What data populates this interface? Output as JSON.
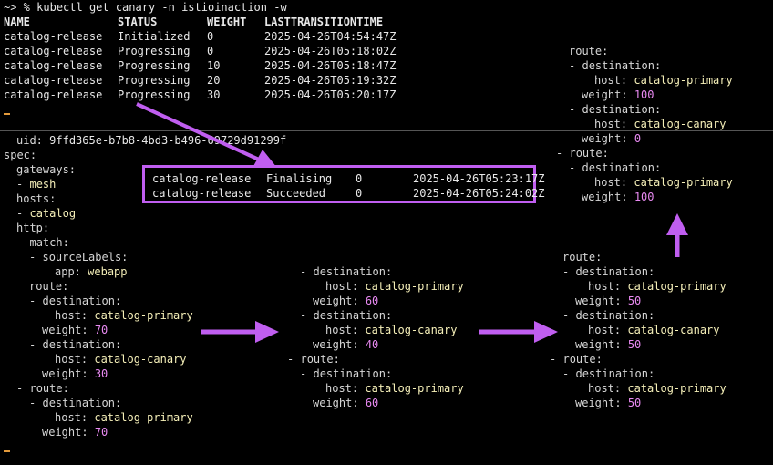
{
  "terminal": {
    "prompt": "~> %",
    "command": "kubectl get canary -n istioinaction -w",
    "headers": {
      "name": "NAME",
      "status": "STATUS",
      "weight": "WEIGHT",
      "time": "LASTTRANSITIONTIME"
    },
    "rows": [
      {
        "name": "catalog-release",
        "status": "Initialized",
        "weight": "0",
        "time": "2025-04-26T04:54:47Z"
      },
      {
        "name": "catalog-release",
        "status": "Progressing",
        "weight": "0",
        "time": "2025-04-26T05:18:02Z"
      },
      {
        "name": "catalog-release",
        "status": "Progressing",
        "weight": "10",
        "time": "2025-04-26T05:18:47Z"
      },
      {
        "name": "catalog-release",
        "status": "Progressing",
        "weight": "20",
        "time": "2025-04-26T05:19:32Z"
      },
      {
        "name": "catalog-release",
        "status": "Progressing",
        "weight": "30",
        "time": "2025-04-26T05:20:17Z"
      }
    ],
    "highlight_rows": [
      {
        "name": "catalog-release",
        "status": "Finalising",
        "weight": "0",
        "time": "2025-04-26T05:23:17Z"
      },
      {
        "name": "catalog-release",
        "status": "Succeeded",
        "weight": "0",
        "time": "2025-04-26T05:24:02Z"
      }
    ]
  },
  "yaml": {
    "uid_key": "uid:",
    "uid_val": "9ffd365e-b7b8-4bd3-b496-69729d91299f",
    "spec": "spec:",
    "gateways": "gateways:",
    "mesh": "mesh",
    "hosts": "hosts:",
    "catalog": "catalog",
    "http": "http:",
    "match": "match:",
    "sourceLabels": "sourceLabels:",
    "app_key": "app:",
    "app_val": "webapp",
    "route": "route:",
    "destination": "destination:",
    "host": "host:",
    "weight": "weight:",
    "primary": "catalog-primary",
    "canary": "catalog-canary",
    "dash": "-",
    "stage1": {
      "primary_weight": "70",
      "canary_weight": "30",
      "fallback_weight": "70"
    },
    "stage2": {
      "primary_weight": "60",
      "canary_weight": "40",
      "fallback_weight": "60"
    },
    "stage3": {
      "primary_weight": "50",
      "canary_weight": "50",
      "fallback_weight": "50"
    },
    "stage4": {
      "primary_weight": "100",
      "canary_weight": "0",
      "fallback_weight": "100"
    }
  },
  "colors": {
    "arrow": "#c05ef0",
    "number": "#e98af2",
    "value": "#f5efb8",
    "cursor": "#e39a3b"
  }
}
